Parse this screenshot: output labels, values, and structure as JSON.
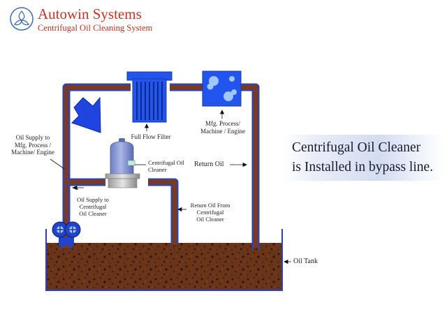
{
  "header": {
    "company": "Autowin Systems",
    "subtitle": "Centrifugal Oil Cleaning System"
  },
  "labels": {
    "oil_supply_mfg": "Oil Supply to\nMfg. Process /\nMachine/ Engine",
    "full_flow_filter": "Full Flow Filter",
    "mfg_process": "Mfg. Process/\nMachine / Engine",
    "centrifugal_oil_cleaner": "Centrifugal Oil\nCleaner",
    "return_oil": "Return Oil",
    "oil_supply_centrifugal": "Oil Supply to\nCentrifugal\nOil Cleaner",
    "return_oil_from_centrifugal": "Return Oil From\nCentrifugal\nOil Cleaner",
    "oil_tank": "Oil Tank"
  },
  "callout": {
    "line1": "Centrifugal Oil Cleaner",
    "line2": "is Installed in bypass line."
  },
  "colors": {
    "brand": "#d42e1f",
    "pipe": "#7a3a22",
    "pipe_outline": "#2244cc",
    "component": "#2255ee",
    "arrow": "#1f44e0",
    "oil": "#6a3419"
  }
}
